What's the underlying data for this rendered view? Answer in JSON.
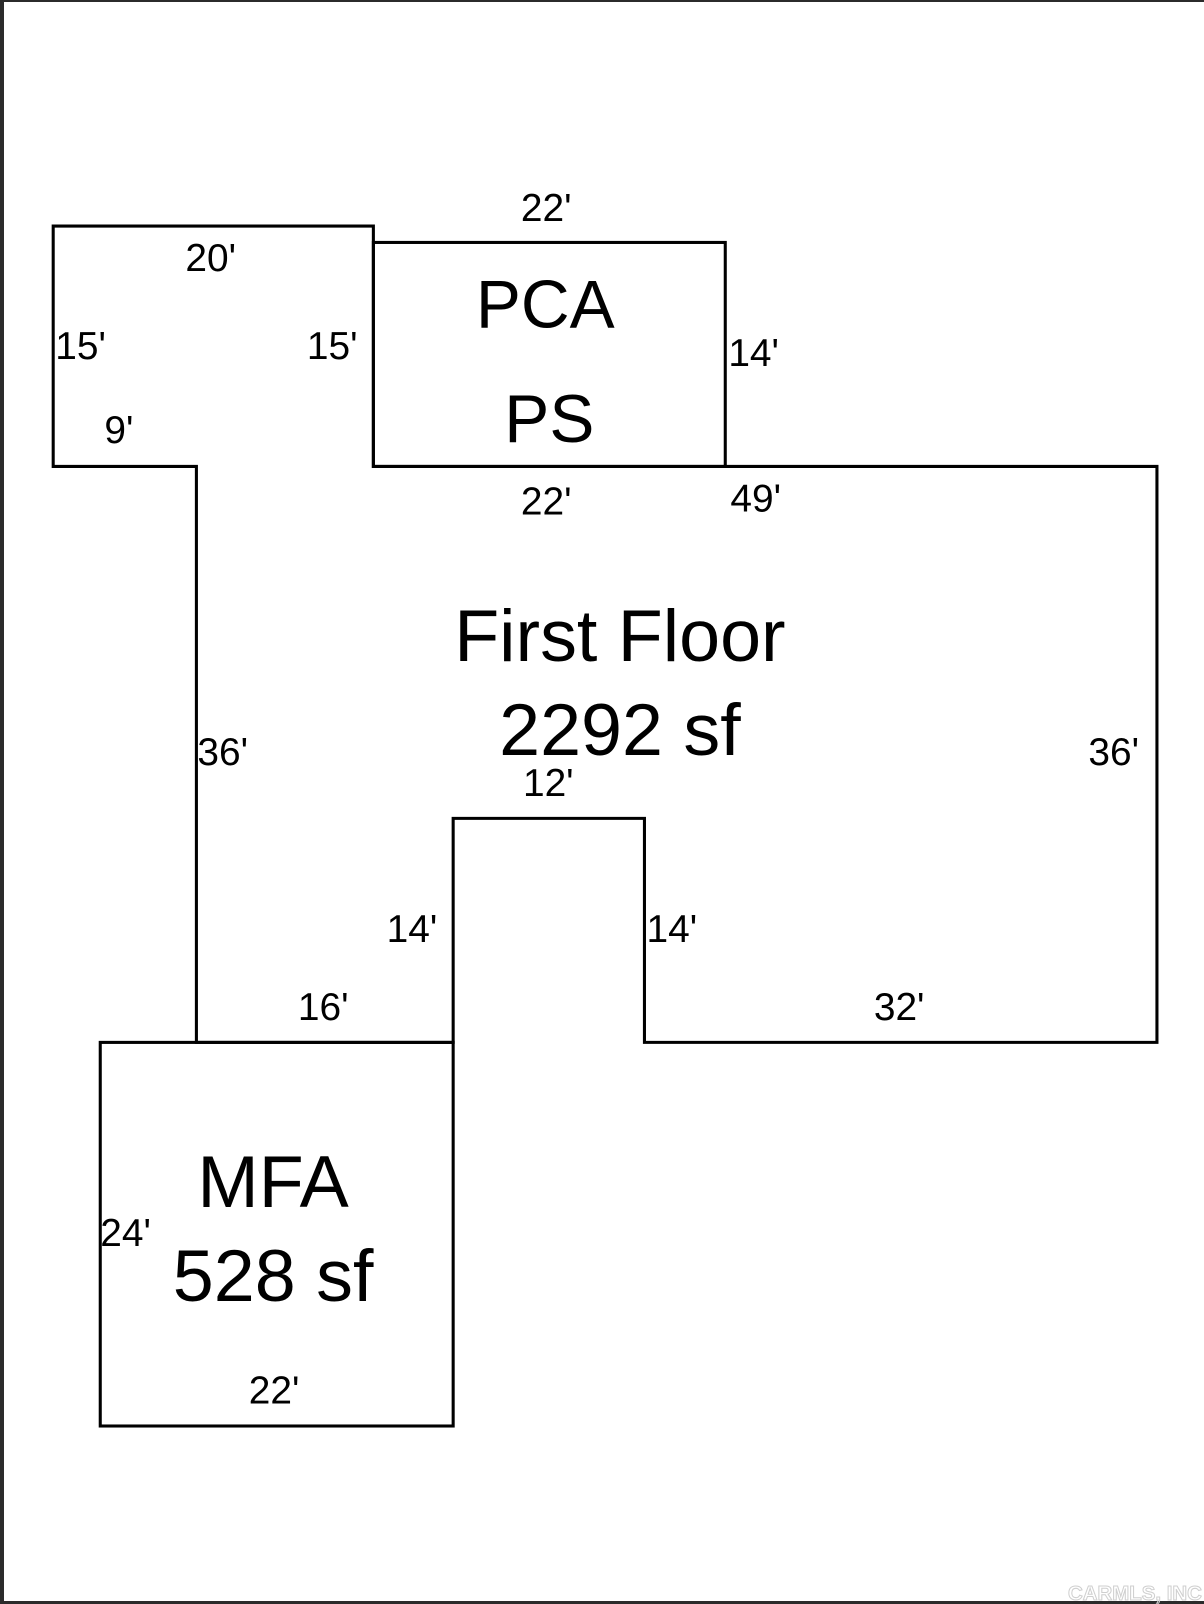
{
  "areas": {
    "first_floor": {
      "name": "First Floor",
      "area": "2292 sf"
    },
    "pca": {
      "line1": "PCA",
      "line2": "PS"
    },
    "mfa": {
      "name": "MFA",
      "area": "528 sf"
    }
  },
  "dimensions": {
    "pca_top": "22'",
    "left_top": "20'",
    "left_left": "15'",
    "left_right": "15'",
    "pca_right": "14'",
    "left_bottom": "9'",
    "pca_bottom": "22'",
    "main_top": "49'",
    "main_left": "36'",
    "main_right": "36'",
    "notch_top": "12'",
    "notch_left": "14'",
    "notch_right": "14'",
    "bottom_left": "16'",
    "bottom_right": "32'",
    "mfa_left": "24'",
    "mfa_bottom": "22'"
  },
  "watermark": "CARMLS, INC"
}
